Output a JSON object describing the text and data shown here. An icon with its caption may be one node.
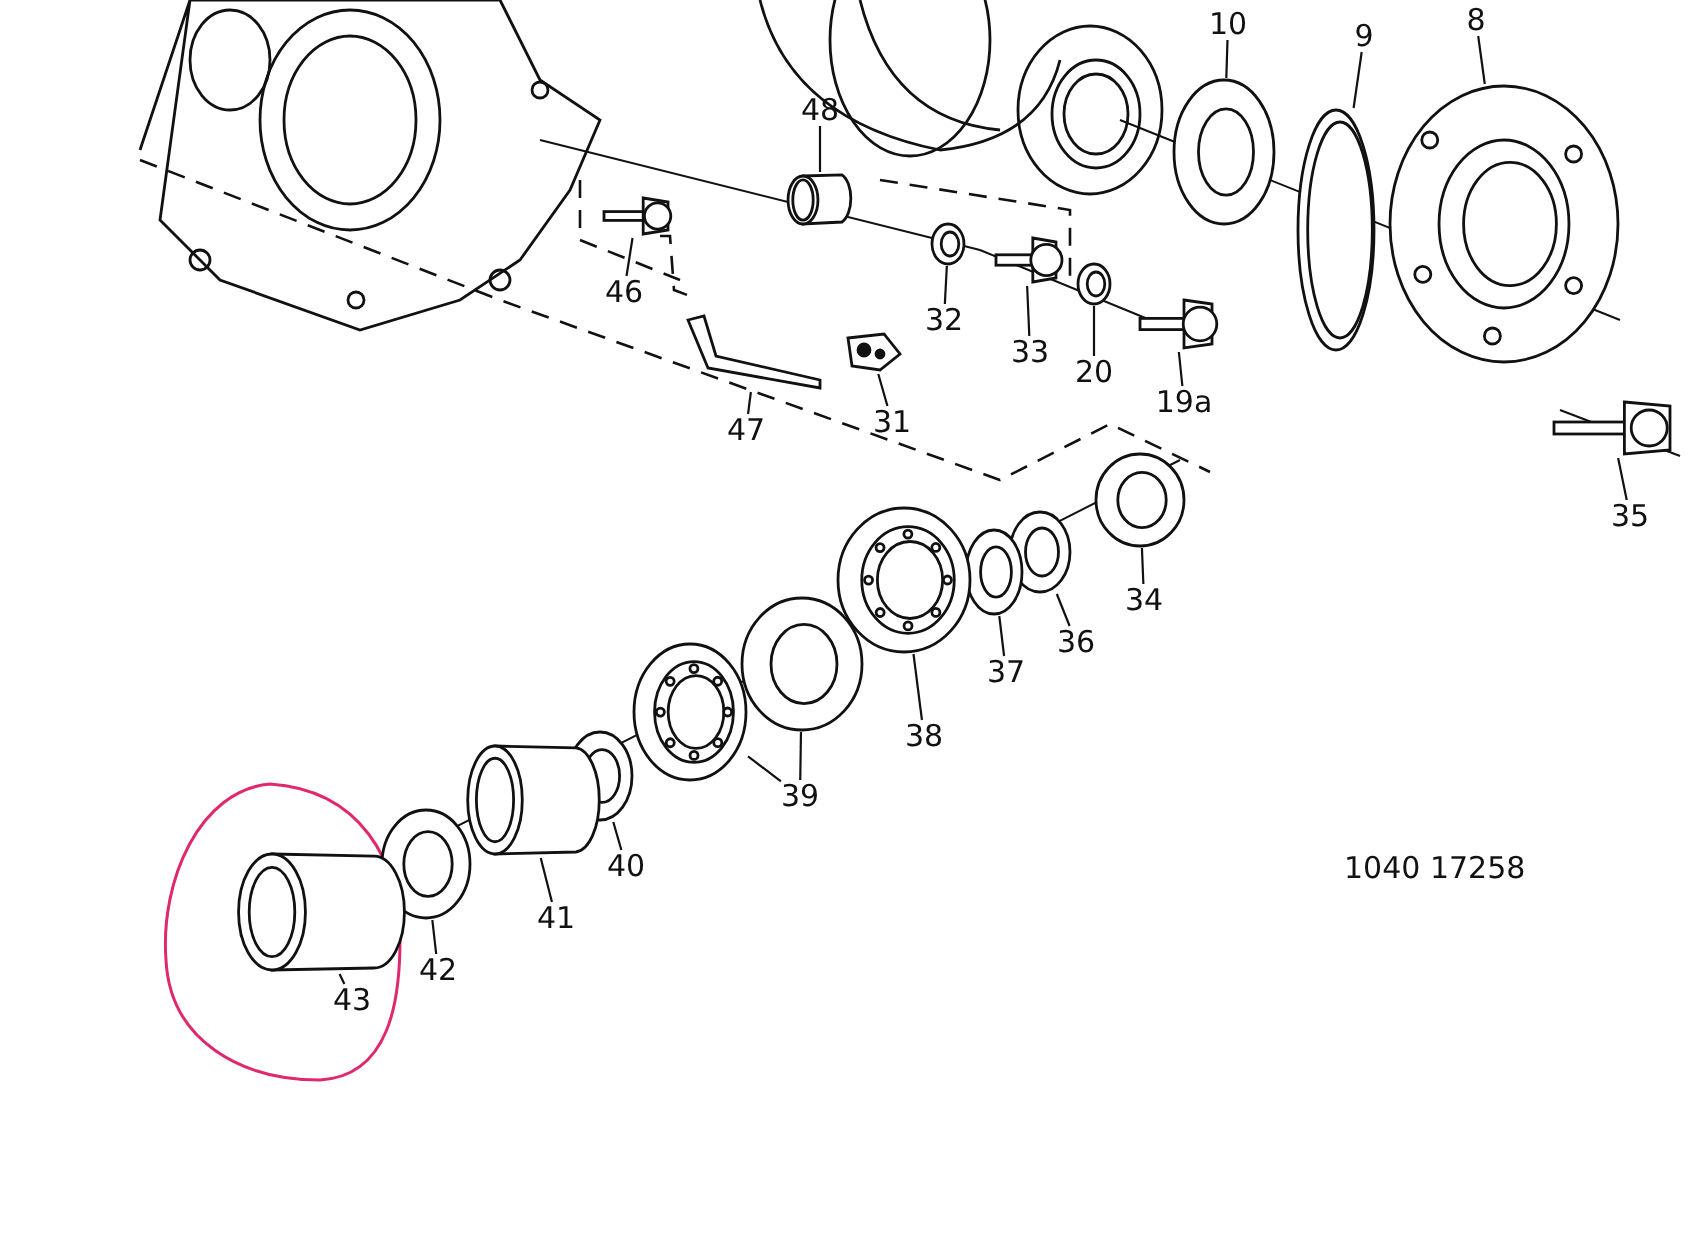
{
  "diagram": {
    "nodes": [
      {
        "text": [
          "48"
        ]
      },
      {
        "text": [],
        "shape": "cylinder"
      },
      {
        "text": [
          "10"
        ]
      },
      {
        "text": [],
        "shape": "picture"
      },
      {
        "text": [
          "9"
        ]
      },
      {
        "text": [],
        "shape": "picture"
      },
      {
        "text": [
          "8"
        ]
      },
      {
        "text": [],
        "shape": "picture"
      },
      {
        "text": [
          "46"
        ]
      },
      {
        "text": [],
        "shape": "picture"
      },
      {
        "text": [
          "32"
        ]
      },
      {
        "text": [],
        "shape": "picture"
      },
      {
        "text": [
          "33"
        ]
      },
      {
        "text": [],
        "shape": "picture"
      },
      {
        "text": [
          "20"
        ]
      },
      {
        "text": [],
        "shape": "picture"
      },
      {
        "text": [
          "19a"
        ]
      },
      {
        "text": [],
        "shape": "picture"
      },
      {
        "text": [
          "47"
        ]
      },
      {
        "text": [],
        "shape": "picture"
      },
      {
        "text": [
          "31"
        ]
      },
      {
        "text": [],
        "shape": "picture"
      },
      {
        "text": [
          "35"
        ]
      },
      {
        "text": [],
        "shape": "picture"
      },
      {
        "text": [
          "34"
        ]
      },
      {
        "text": [],
        "shape": "picture"
      },
      {
        "text": [
          "36"
        ]
      },
      {
        "text": [],
        "shape": "picture"
      },
      {
        "text": [
          "37"
        ]
      },
      {
        "text": [],
        "shape": "picture"
      },
      {
        "text": [
          "38"
        ]
      },
      {
        "text": [],
        "shape": "picture"
      },
      {
        "text": [
          "39"
        ]
      },
      {
        "text": [],
        "shape": "picture"
      },
      {
        "text": [],
        "shape": "picture"
      },
      {
        "text": [
          "40"
        ]
      },
      {
        "text": [],
        "shape": "picture"
      },
      {
        "text": [
          "41"
        ]
      },
      {
        "text": [],
        "shape": "cylinder"
      },
      {
        "text": [
          "42"
        ]
      },
      {
        "text": [],
        "shape": "picture"
      },
      {
        "text": [
          "43"
        ]
      },
      {
        "text": [],
        "shape": "cylinder"
      }
    ],
    "edges": [
      {
        "from": 0,
        "to": 1,
        "arrow": "none"
      },
      {
        "from": 2,
        "to": 3,
        "arrow": "none"
      },
      {
        "from": 4,
        "to": 5,
        "arrow": "none"
      },
      {
        "from": 6,
        "to": 7,
        "arrow": "none"
      },
      {
        "from": 8,
        "to": 9,
        "arrow": "none"
      },
      {
        "from": 10,
        "to": 11,
        "arrow": "none"
      },
      {
        "from": 12,
        "to": 13,
        "arrow": "none"
      },
      {
        "from": 14,
        "to": 15,
        "arrow": "none"
      },
      {
        "from": 16,
        "to": 17,
        "arrow": "none"
      },
      {
        "from": 18,
        "to": 19,
        "arrow": "none"
      },
      {
        "from": 20,
        "to": 21,
        "arrow": "none"
      },
      {
        "from": 22,
        "to": 23,
        "arrow": "none"
      },
      {
        "from": 24,
        "to": 25,
        "arrow": "none"
      },
      {
        "from": 26,
        "to": 27,
        "arrow": "none"
      },
      {
        "from": 28,
        "to": 29,
        "arrow": "none"
      },
      {
        "from": 30,
        "to": 31,
        "arrow": "none"
      },
      {
        "from": 32,
        "to": 33,
        "arrow": "none"
      },
      {
        "from": 32,
        "to": 34,
        "arrow": "none"
      },
      {
        "from": 35,
        "to": 36,
        "arrow": "none"
      },
      {
        "from": 37,
        "to": 38,
        "arrow": "none"
      },
      {
        "from": 39,
        "to": 40,
        "arrow": "none"
      },
      {
        "from": 41,
        "to": 42,
        "arrow": "none"
      }
    ],
    "labels": [
      "1040 17258"
    ]
  }
}
